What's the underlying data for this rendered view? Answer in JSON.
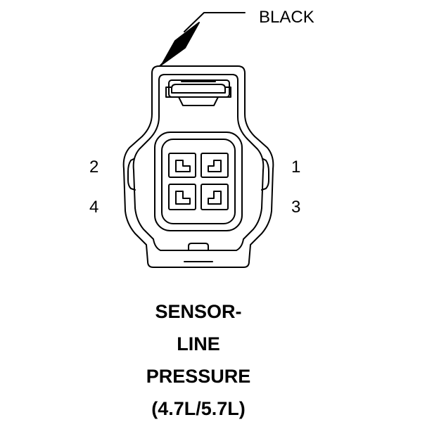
{
  "connector": {
    "color": "BLACK",
    "pins": [
      "1",
      "2",
      "3",
      "4"
    ],
    "title_lines": [
      "SENSOR-",
      "LINE",
      "PRESSURE",
      "(4.7L/5.7L)"
    ]
  },
  "colors": {
    "line": "#000000",
    "background": "#ffffff"
  }
}
